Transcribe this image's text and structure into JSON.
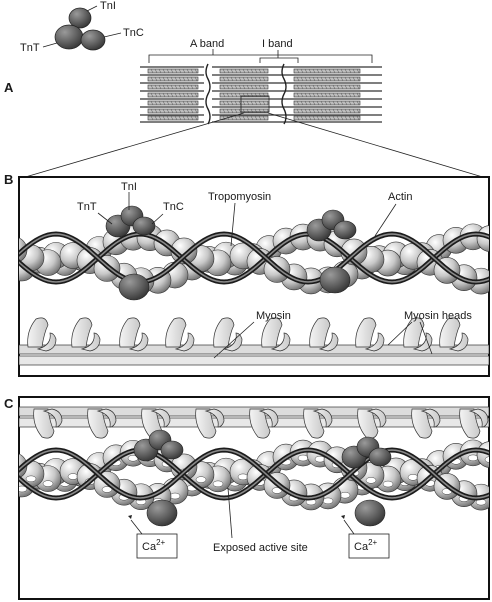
{
  "panels": {
    "a": "A",
    "b": "B",
    "c": "C"
  },
  "top_complex": {
    "tni": "TnI",
    "tnt": "TnT",
    "tnc": "TnC"
  },
  "sarcomere": {
    "a_band": "A band",
    "i_band": "I band"
  },
  "panel_b": {
    "tni": "TnI",
    "tnt": "TnT",
    "tnc": "TnC",
    "tropomyosin": "Tropomyosin",
    "actin": "Actin",
    "myosin": "Myosin",
    "myosin_heads": "Myosin heads"
  },
  "panel_c": {
    "ca_left": "Ca",
    "ca_right": "Ca",
    "ca_superscript": "2+",
    "exposed_site": "Exposed active site"
  },
  "colors": {
    "actin_light": "#d9d9d9",
    "actin_mid": "#a8a8a8",
    "troponin_dark": "#5c5c5c",
    "myosin": "#e6e6e6",
    "outline": "#222222"
  },
  "icons": [
    "troponin-complex-icon",
    "actin-sphere-icon",
    "myosin-head-icon"
  ]
}
